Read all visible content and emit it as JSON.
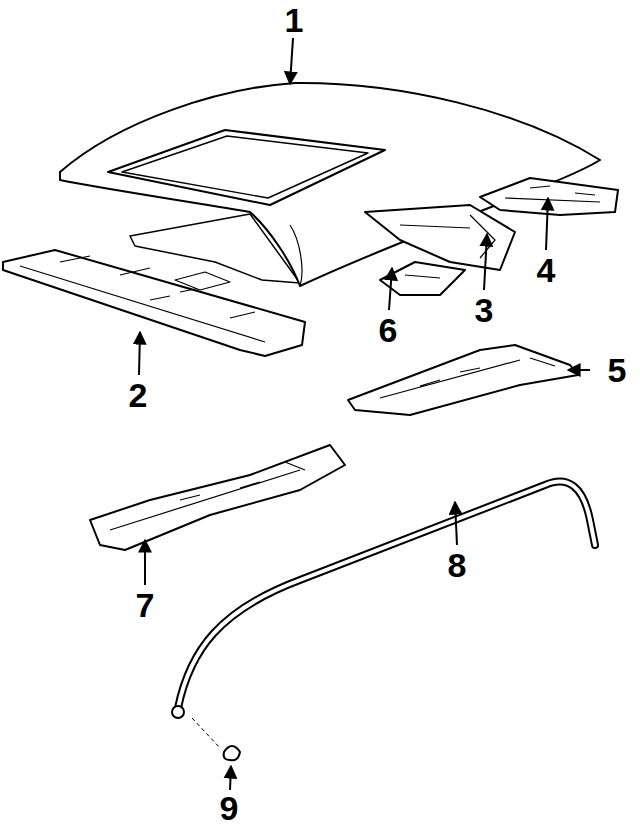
{
  "diagram": {
    "labels": [
      "1",
      "4",
      "3",
      "6",
      "2",
      "5",
      "7",
      "8",
      "9"
    ]
  }
}
